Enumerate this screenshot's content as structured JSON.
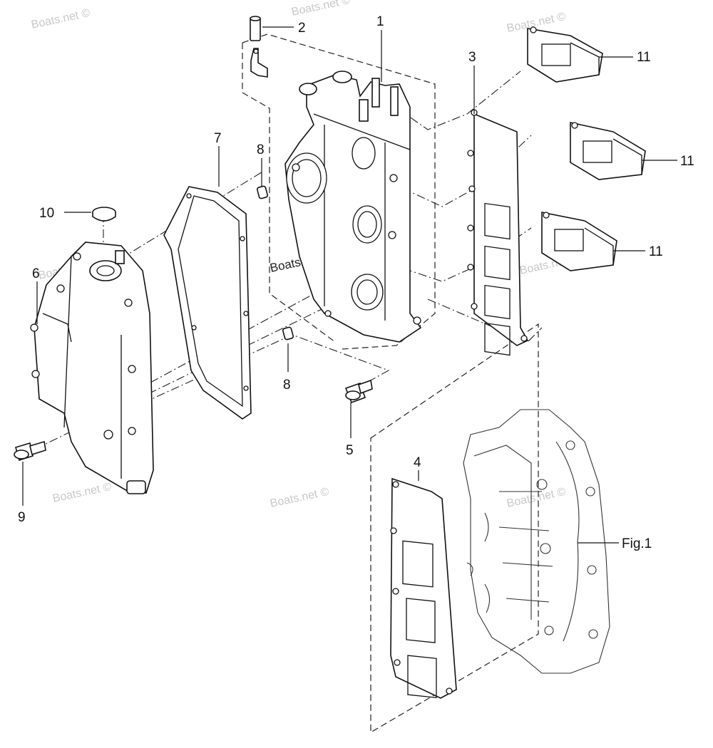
{
  "callouts": [
    {
      "id": "1",
      "label": "1"
    },
    {
      "id": "2",
      "label": "2"
    },
    {
      "id": "3",
      "label": "3"
    },
    {
      "id": "4",
      "label": "4"
    },
    {
      "id": "5",
      "label": "5"
    },
    {
      "id": "6",
      "label": "6"
    },
    {
      "id": "7",
      "label": "7"
    },
    {
      "id": "8a",
      "label": "8"
    },
    {
      "id": "8b",
      "label": "8"
    },
    {
      "id": "9",
      "label": "9"
    },
    {
      "id": "10",
      "label": "10"
    },
    {
      "id": "11a",
      "label": "11"
    },
    {
      "id": "11b",
      "label": "11"
    },
    {
      "id": "11c",
      "label": "11"
    }
  ],
  "figure_ref": "Fig.1",
  "watermark": "Boats.net ©"
}
